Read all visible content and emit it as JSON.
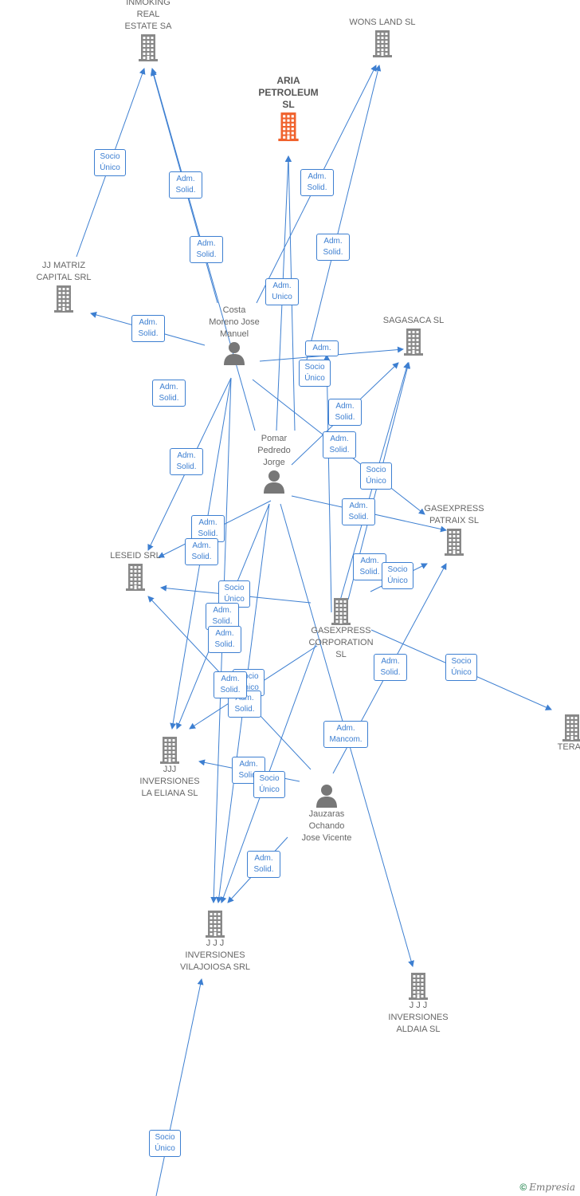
{
  "colors": {
    "edge": "#3d7fd1",
    "company": "#888888",
    "focus": "#f0622d",
    "person": "#777777"
  },
  "nodes": {
    "inmoking": {
      "label": "INMOKING\nREAL\nESTATE SA",
      "type": "company"
    },
    "wons": {
      "label": "WONS LAND  SL",
      "type": "company"
    },
    "aria": {
      "label": "ARIA\nPETROLEUM\nSL",
      "type": "focus"
    },
    "jjmatriz": {
      "label": "JJ MATRIZ\nCAPITAL SRL",
      "type": "company"
    },
    "costa": {
      "label": "Costa\nMoreno Jose\nManuel",
      "type": "person"
    },
    "sagasaca": {
      "label": "SAGASACA  SL",
      "type": "company"
    },
    "pomar": {
      "label": "Pomar\nPedredo\nJorge",
      "type": "person"
    },
    "gasexpatraix": {
      "label": "GASEXPRESS\nPATRAIX  SL",
      "type": "company"
    },
    "leseid": {
      "label": "LESEID SRL",
      "type": "company"
    },
    "gasexcorp": {
      "label": "GASEXPRESS\nCORPORATION\nSL",
      "type": "company"
    },
    "terax": {
      "label": "TERAX",
      "type": "company"
    },
    "jjjeliana": {
      "label": "JJJ\nINVERSIONES\nLA ELIANA  SL",
      "type": "company"
    },
    "jauzaras": {
      "label": "Jauzaras\nOchando\nJose Vicente",
      "type": "person"
    },
    "jjjvila": {
      "label": "J J J\nINVERSIONES\nVILAJOIOSA SRL",
      "type": "company"
    },
    "jjjaldaia": {
      "label": "J J J\nINVERSIONES\nALDAIA  SL",
      "type": "company"
    }
  },
  "tags": [
    "Socio\nÚnico",
    "Adm.\nSolid.",
    "Adm.\nSolid.",
    "Adm.\nSolid.",
    "Adm.\nSolid.",
    "Adm.\nUnico",
    "Adm.\nSolid.",
    "Adm.\nSolid.",
    "Adm.",
    "Socio\nÚnico",
    "Adm.\nSolid.",
    "Adm.\nSolid.",
    "Socio\nÚnico",
    "Adm.\nSolid.",
    "Adm.\nSolid.",
    "Adm.\nSolid.",
    "Adm.\nSolid.",
    "Adm.\nSolid.",
    "Socio\nÚnico",
    "Socio\nÚnico",
    "Adm.\nSolid.",
    "Adm.\nSolid.",
    "Socio\nÚnico",
    "Adm.\nSolid.",
    "Socio\nÚnico",
    "Adm.\nSolid.",
    "Adm.\nMancom.",
    "Adm.\nSolid.",
    "Socio\nÚnico",
    "Adm.\nSolid.",
    "Socio\nÚnico"
  ],
  "brand": {
    "copyright": "©",
    "name": "Empresia"
  }
}
